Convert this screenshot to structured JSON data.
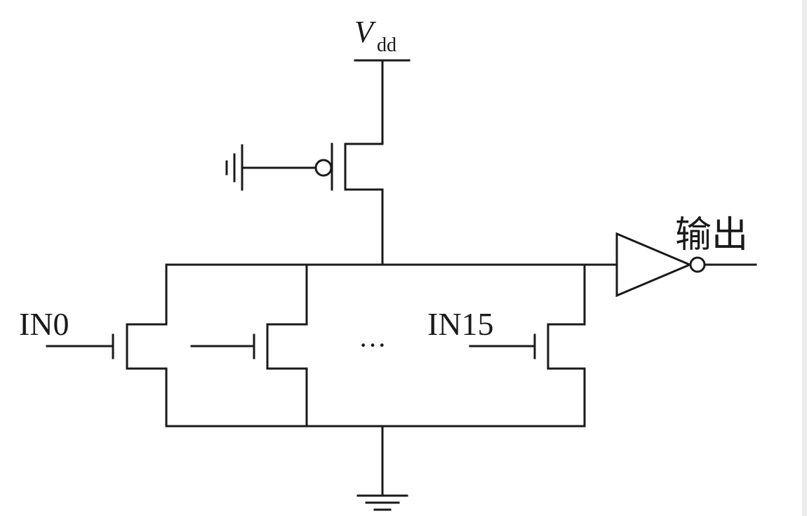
{
  "labels": {
    "vdd_main": "V",
    "vdd_sub": "dd",
    "output": "输出",
    "in0": "IN0",
    "in15": "IN15",
    "ellipsis": "···"
  }
}
